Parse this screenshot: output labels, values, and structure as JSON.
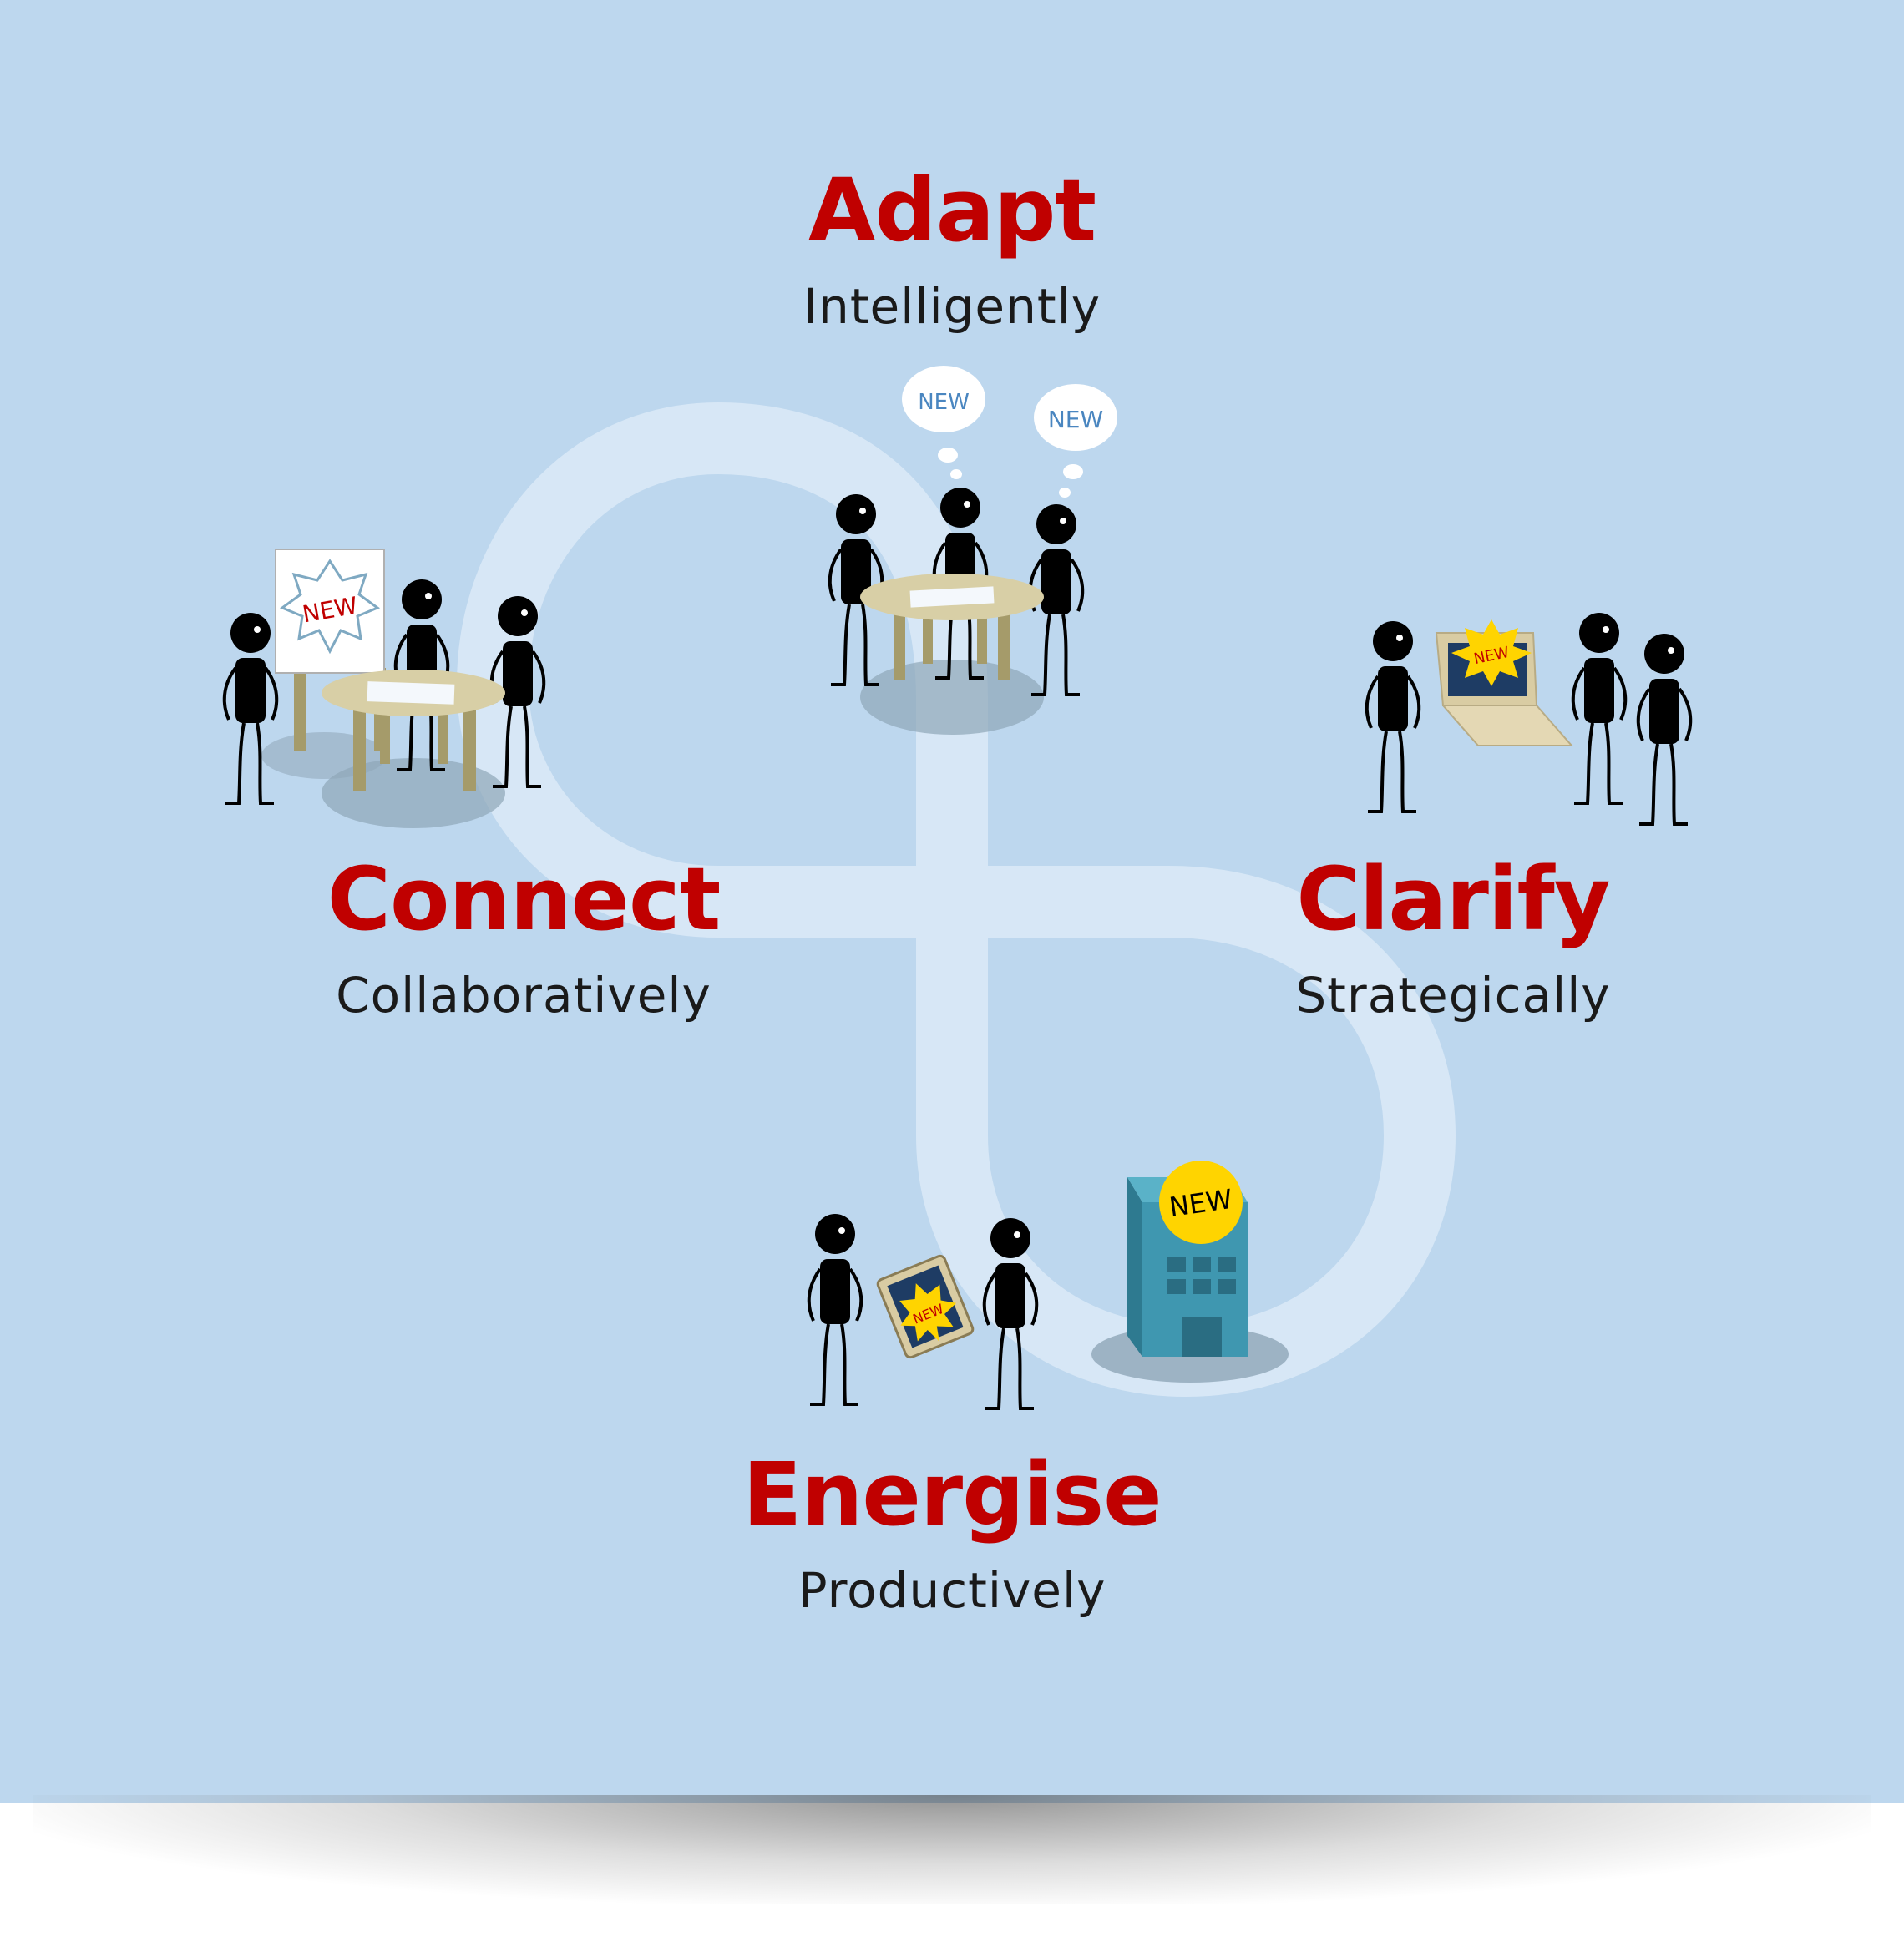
{
  "colors": {
    "background": "#bdd7ee",
    "path": "#dceaf7",
    "title": "#c00000",
    "subtitle": "#1a1a1a",
    "new_badge": "#ffd400",
    "building": "#3f97b0"
  },
  "stages": [
    {
      "title": "Adapt",
      "subtitle": "Intelligently"
    },
    {
      "title": "Connect",
      "subtitle": "Collaboratively"
    },
    {
      "title": "Clarify",
      "subtitle": "Strategically"
    },
    {
      "title": "Energise",
      "subtitle": "Productively"
    }
  ],
  "badges": {
    "bubble_1": "NEW",
    "bubble_2": "NEW",
    "sign": "NEW",
    "laptop": "NEW",
    "tablet": "NEW",
    "building": "NEW"
  },
  "icons": [
    "people-at-table-icon",
    "thought-bubble-icon",
    "laptop-icon",
    "tablet-icon",
    "building-icon",
    "starburst-badge-icon"
  ]
}
